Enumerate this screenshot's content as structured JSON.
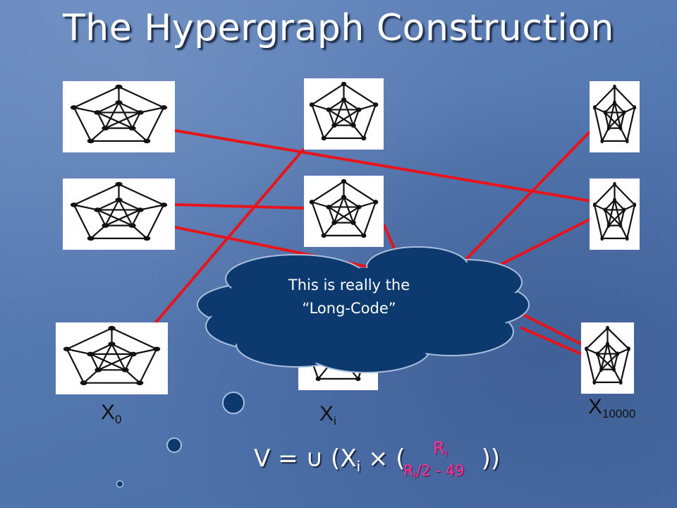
{
  "title": "The Hypergraph Construction",
  "cloud": {
    "line1": "This is really the",
    "line2": "“Long-Code”"
  },
  "labels": {
    "x0": {
      "base": "X",
      "sub": "0"
    },
    "xi": {
      "base": "X",
      "sub": "i"
    },
    "x10000": {
      "base": "X",
      "sub": "10000"
    }
  },
  "formula": {
    "lhs": "V = ∪ (X",
    "sub_i": "i",
    "times_open": " × (",
    "close": "))"
  },
  "binomial": {
    "top_base": "R",
    "top_sub": "i",
    "bottom_base": "R",
    "bottom_sub": "i",
    "bottom_rest": "/2 - 49"
  },
  "colors": {
    "edge": "#e8141b",
    "cloud_fill": "#0d3a6e",
    "cloud_stroke": "#a9bfdc",
    "binomial": "#ff3399"
  },
  "icons": [
    "petersen-graph-icon",
    "thought-cloud-icon"
  ]
}
